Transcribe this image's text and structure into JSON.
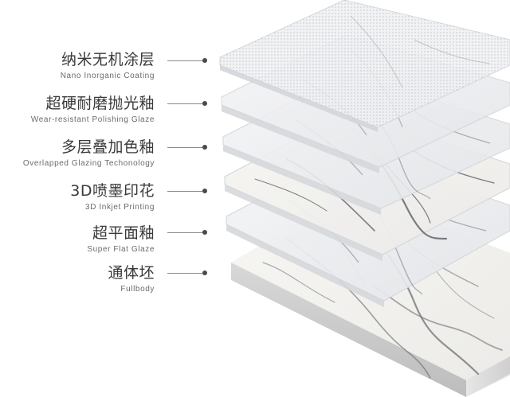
{
  "layers": [
    {
      "cn": "纳米无机涂层",
      "en": "Nano Inorganic Coating"
    },
    {
      "cn": "超硬耐磨抛光釉",
      "en": "Wear-resistant Polishing Glaze"
    },
    {
      "cn": "多层叠加色釉",
      "en": "Overlapped Glazing Techonology"
    },
    {
      "cn": "3D喷墨印花",
      "en": "3D Inkjet Printing"
    },
    {
      "cn": "超平面釉",
      "en": "Super Flat Glaze"
    },
    {
      "cn": "通体坯",
      "en": "Fullbody"
    }
  ],
  "colors": {
    "label_cn": "#3a3a3a",
    "label_en": "#6b6b6b",
    "leader": "#8a8a8a",
    "dot": "#4a4a4a",
    "vein": "#6e7074",
    "slab_edge": "#c9c9c9"
  }
}
